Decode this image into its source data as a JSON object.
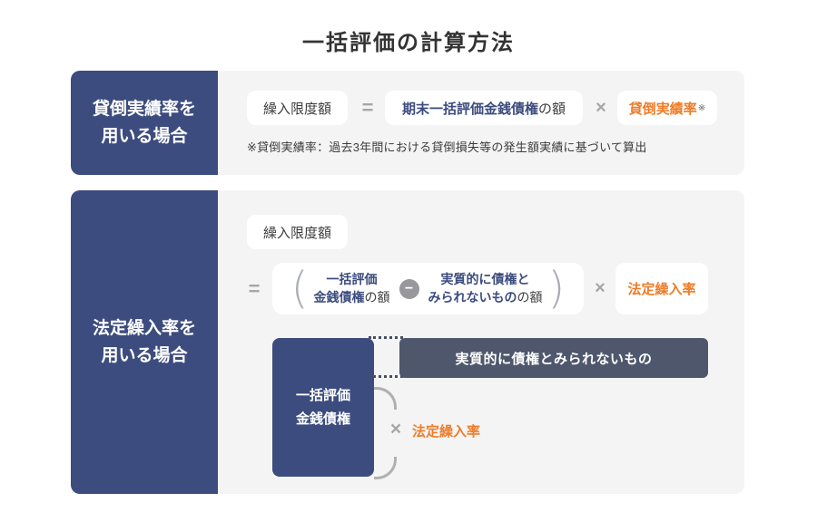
{
  "page": {
    "title": "一括評価の計算方法"
  },
  "colors": {
    "navy": "#3c4c7e",
    "slate": "#4e576b",
    "orange": "#ee7c28",
    "operator_gray": "#a6a6a9",
    "panel_bg": "#f4f4f5",
    "text_dark": "#3c3c3c"
  },
  "section1": {
    "label_line1": "貸倒実績率を",
    "label_line2": "用いる場合",
    "formula": {
      "result": "繰入限度額",
      "equals": "=",
      "term1_main": "期末一括評価金銭債権",
      "term1_suffix": "の額",
      "times": "×",
      "rate": "貸倒実績率",
      "note_mark": "※"
    },
    "footnote": "※貸倒実績率：過去3年間における貸倒損失等の発生額実績に基づいて算出"
  },
  "section2": {
    "label_line1": "法定繰入率を",
    "label_line2": "用いる場合",
    "formula": {
      "result": "繰入限度額",
      "equals": "=",
      "open_paren": "(",
      "term1_line1": "一括評価",
      "term1_line2_main": "金銭債権",
      "term1_suffix": "の額",
      "minus": "−",
      "term2_line1": "実質的に債権と",
      "term2_line2_main": "みられないもの",
      "term2_suffix": "の額",
      "close_paren": ")",
      "times": "×",
      "rate": "法定繰入率"
    },
    "diagram": {
      "base_line1": "一括評価",
      "base_line2": "金銭債権",
      "excluded_label": "実質的に債権とみられないもの",
      "times": "×",
      "rate": "法定繰入率"
    }
  }
}
